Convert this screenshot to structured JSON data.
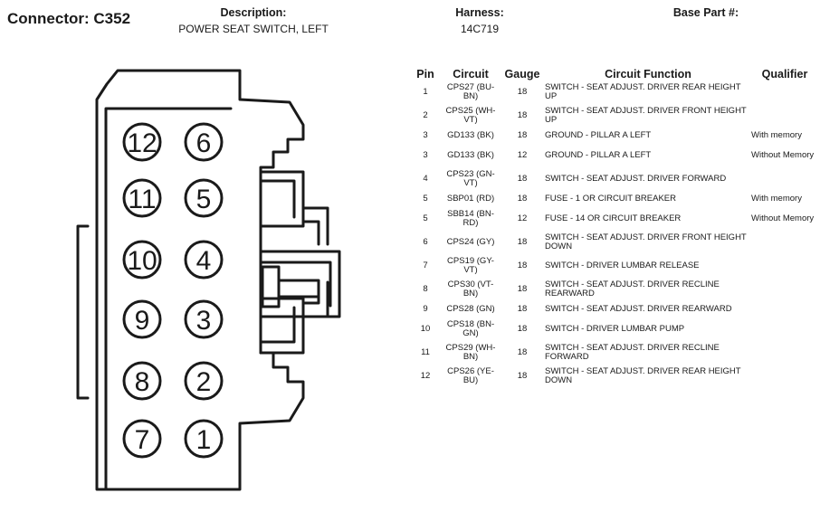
{
  "header": {
    "connector_label": "Connector: C352",
    "description_label": "Description:",
    "description_value": "POWER SEAT SWITCH, LEFT",
    "harness_label": "Harness:",
    "harness_value": "14C719",
    "base_part_label": "Base Part #:",
    "base_part_value": ""
  },
  "connector_pins": {
    "left_column": [
      "12",
      "11",
      "10",
      "9",
      "8",
      "7"
    ],
    "right_column": [
      "6",
      "5",
      "4",
      "3",
      "2",
      "1"
    ]
  },
  "table": {
    "headers": {
      "pin": "Pin",
      "circuit": "Circuit",
      "gauge": "Gauge",
      "function": "Circuit Function",
      "qualifier": "Qualifier"
    },
    "rows": [
      {
        "pin": "1",
        "circuit": "CPS27 (BU-BN)",
        "gauge": "18",
        "function": "SWITCH - SEAT ADJUST. DRIVER REAR HEIGHT UP",
        "qualifier": ""
      },
      {
        "pin": "2",
        "circuit": "CPS25 (WH-VT)",
        "gauge": "18",
        "function": "SWITCH - SEAT ADJUST. DRIVER FRONT HEIGHT UP",
        "qualifier": ""
      },
      {
        "pin": "3",
        "circuit": "GD133 (BK)",
        "gauge": "18",
        "function": "GROUND - PILLAR A LEFT",
        "qualifier": "With memory"
      },
      {
        "pin": "3",
        "circuit": "GD133 (BK)",
        "gauge": "12",
        "function": "GROUND - PILLAR A LEFT",
        "qualifier": "Without Memory"
      },
      {
        "pin": "4",
        "circuit": "CPS23 (GN-VT)",
        "gauge": "18",
        "function": "SWITCH - SEAT ADJUST. DRIVER FORWARD",
        "qualifier": ""
      },
      {
        "pin": "5",
        "circuit": "SBP01 (RD)",
        "gauge": "18",
        "function": "FUSE - 1 OR CIRCUIT BREAKER",
        "qualifier": "With memory"
      },
      {
        "pin": "5",
        "circuit": "SBB14 (BN-RD)",
        "gauge": "12",
        "function": "FUSE - 14 OR CIRCUIT BREAKER",
        "qualifier": "Without Memory"
      },
      {
        "pin": "6",
        "circuit": "CPS24 (GY)",
        "gauge": "18",
        "function": "SWITCH - SEAT ADJUST. DRIVER FRONT HEIGHT DOWN",
        "qualifier": ""
      },
      {
        "pin": "7",
        "circuit": "CPS19 (GY-VT)",
        "gauge": "18",
        "function": "SWITCH - DRIVER LUMBAR RELEASE",
        "qualifier": ""
      },
      {
        "pin": "8",
        "circuit": "CPS30 (VT-BN)",
        "gauge": "18",
        "function": "SWITCH - SEAT ADJUST. DRIVER RECLINE REARWARD",
        "qualifier": ""
      },
      {
        "pin": "9",
        "circuit": "CPS28 (GN)",
        "gauge": "18",
        "function": "SWITCH - SEAT ADJUST. DRIVER REARWARD",
        "qualifier": ""
      },
      {
        "pin": "10",
        "circuit": "CPS18 (BN-GN)",
        "gauge": "18",
        "function": "SWITCH - DRIVER LUMBAR PUMP",
        "qualifier": ""
      },
      {
        "pin": "11",
        "circuit": "CPS29 (WH-BN)",
        "gauge": "18",
        "function": "SWITCH - SEAT ADJUST. DRIVER RECLINE FORWARD",
        "qualifier": ""
      },
      {
        "pin": "12",
        "circuit": "CPS26 (YE-BU)",
        "gauge": "18",
        "function": "SWITCH - SEAT ADJUST. DRIVER REAR HEIGHT DOWN",
        "qualifier": ""
      }
    ]
  }
}
